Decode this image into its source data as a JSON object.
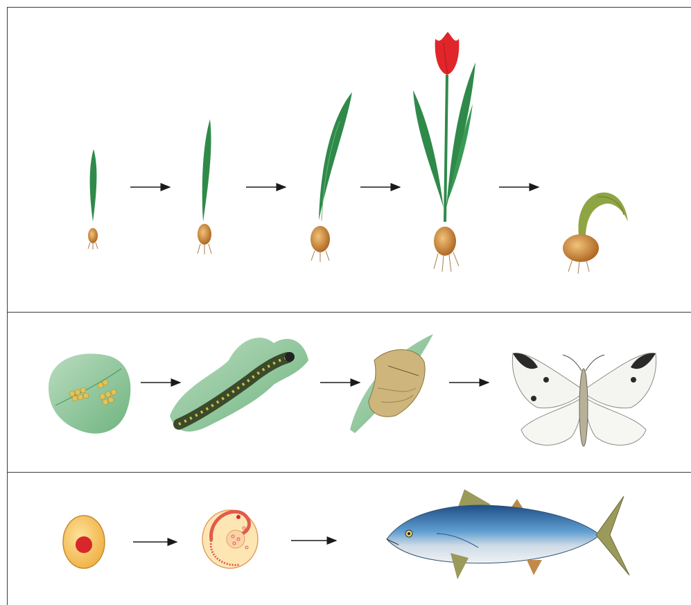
{
  "rows": [
    {
      "id": "tulip",
      "stages": [
        "sprout",
        "young-plant",
        "growing-plant",
        "flowering-tulip",
        "withered-bulb"
      ]
    },
    {
      "id": "butterfly",
      "stages": [
        "eggs-on-leaf",
        "caterpillar",
        "pupa",
        "adult-butterfly"
      ]
    },
    {
      "id": "fish",
      "stages": [
        "egg-cell",
        "embryo",
        "adult-fish"
      ]
    }
  ],
  "colors": {
    "border": "#3a3a3a",
    "arrow": "#1a1a1a",
    "leaf_green": "#2f8a4a",
    "tulip_red": "#e0262b",
    "bulb": "#c98a3d",
    "cabbage_leaf": "#8fc79a",
    "caterpillar": "#3b4a2a",
    "pupa": "#c9b27a",
    "egg_yellow": "#f4c35a",
    "egg_nucleus": "#d8262a",
    "fish_back": "#2c5f95",
    "fish_belly": "#dfe6ee",
    "fin_olive": "#9a9a5a"
  }
}
